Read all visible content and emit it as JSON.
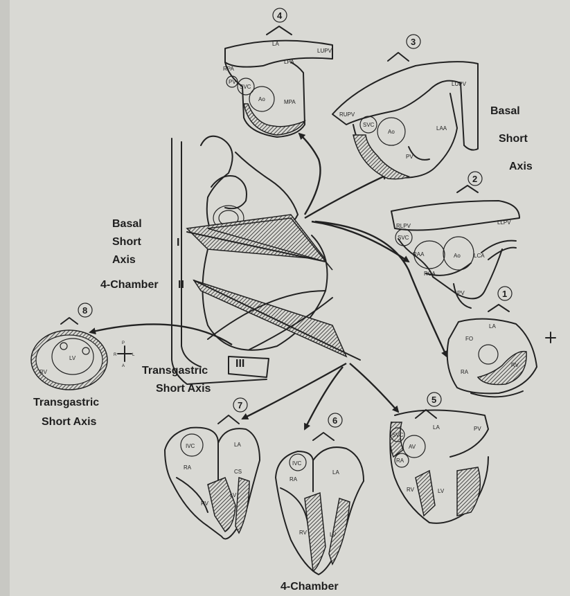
{
  "section_titles": {
    "basal_right": [
      "Basal",
      "Short",
      "Axis"
    ],
    "basal_left": [
      "Basal",
      "Short",
      "Axis"
    ],
    "four_chamber_left": "4-Chamber",
    "transgastric_center": [
      "Transgastric",
      "Short Axis"
    ],
    "transgastric_left": [
      "Transgastric",
      "Short Axis"
    ],
    "four_chamber_bottom": "4-Chamber"
  },
  "roman_planes": [
    "I",
    "II",
    "III"
  ],
  "views": [
    {
      "num": "4",
      "labels": [
        "LA",
        "LUPV",
        "RPA",
        "LPA",
        "PV",
        "SVC",
        "Ao",
        "MPA"
      ]
    },
    {
      "num": "3",
      "labels": [
        "LUPV",
        "RUPV",
        "SVC",
        "Ao",
        "LAA",
        "PV"
      ]
    },
    {
      "num": "2",
      "labels": [
        "RLPV",
        "LLPV",
        "SVC",
        "RAA",
        "Ao",
        "LCA",
        "RCA",
        "PV"
      ]
    },
    {
      "num": "1",
      "labels": [
        "LA",
        "FO",
        "RA",
        "RV"
      ]
    },
    {
      "num": "8",
      "labels": [
        "LV",
        "RV"
      ]
    },
    {
      "num": "7",
      "labels": [
        "IVC",
        "LA",
        "RA",
        "CS",
        "LV",
        "RV"
      ]
    },
    {
      "num": "6",
      "labels": [
        "IVC",
        "RA",
        "LA",
        "RV",
        "LV"
      ]
    },
    {
      "num": "5",
      "labels": [
        "LA",
        "PV",
        "SVC",
        "AV",
        "RA",
        "RV",
        "LV"
      ]
    }
  ],
  "orientation": {
    "p": "P",
    "l": "L",
    "r": "R",
    "a": "A"
  }
}
